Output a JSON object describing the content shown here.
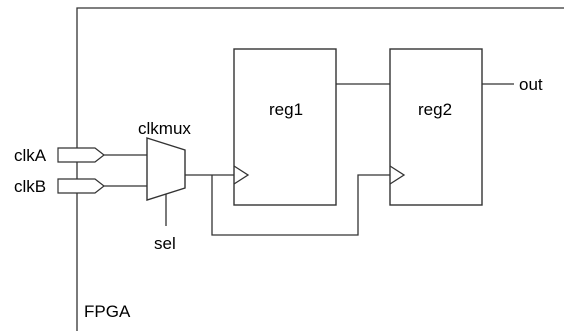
{
  "labels": {
    "fpga": "FPGA",
    "clkmux": "clkmux",
    "reg1": "reg1",
    "reg2": "reg2",
    "out": "out",
    "clkA": "clkA",
    "clkB": "clkB",
    "sel": "sel"
  }
}
